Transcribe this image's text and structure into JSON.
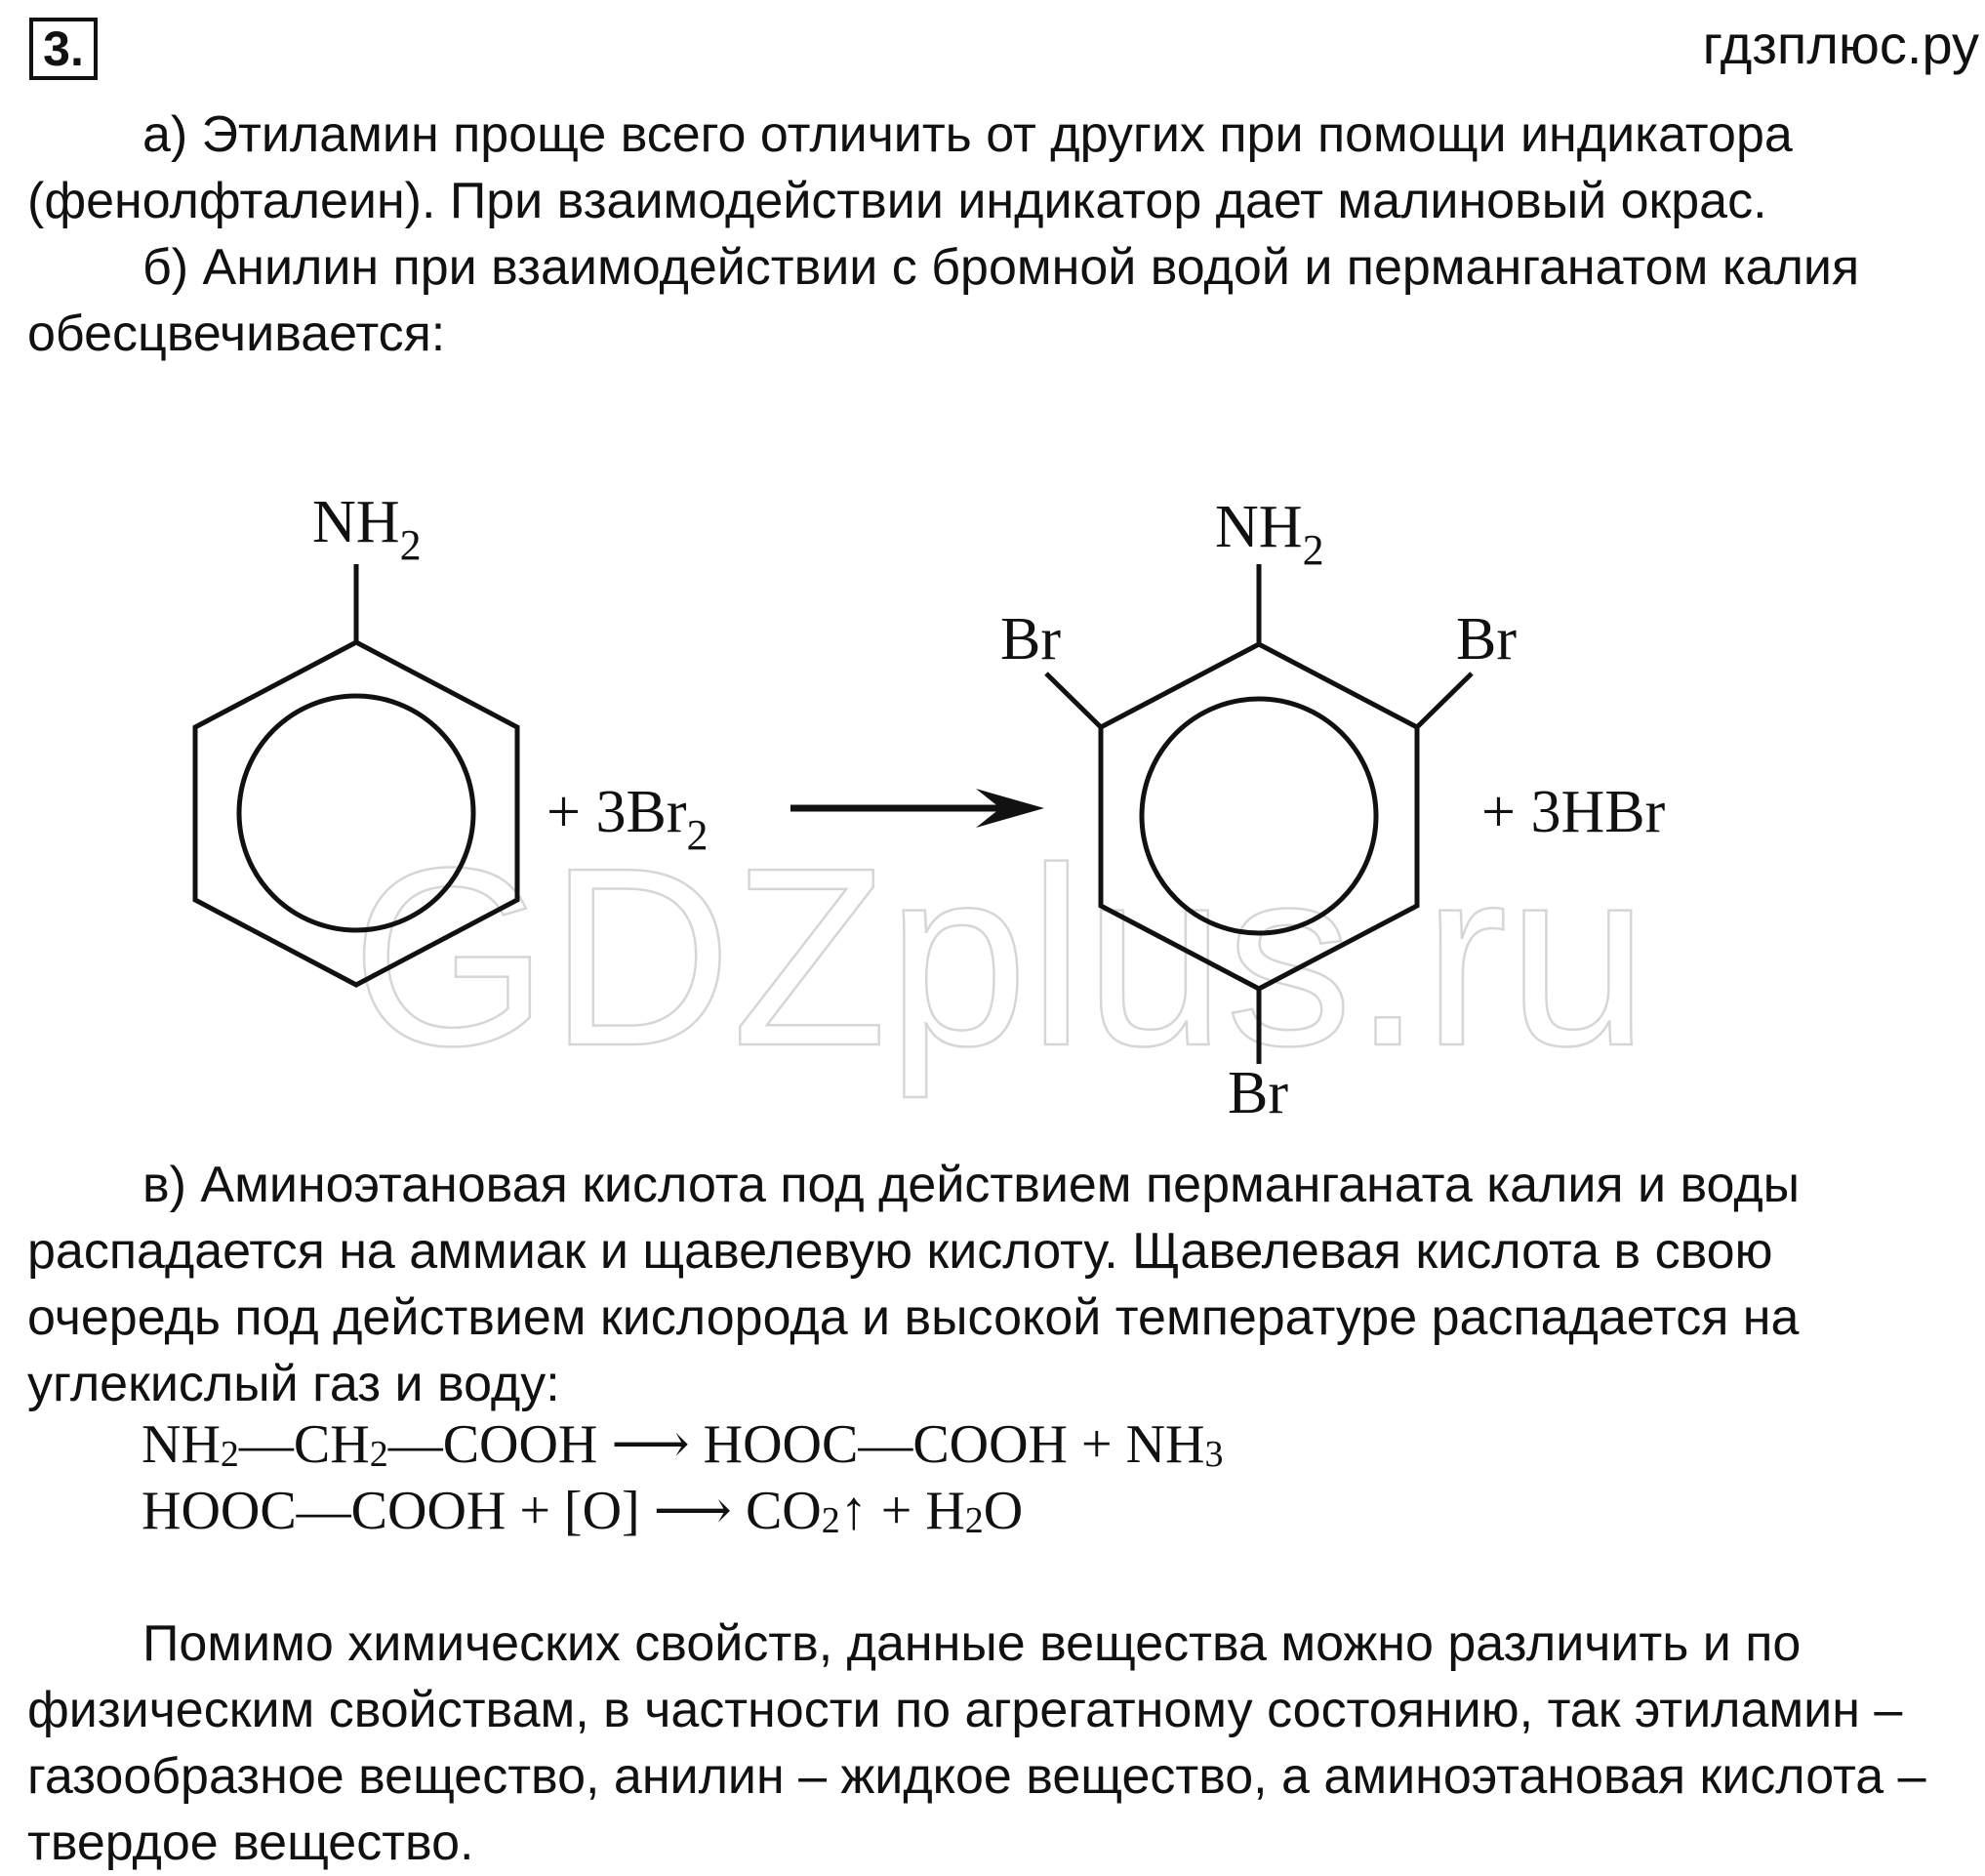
{
  "header": {
    "task_number": "3.",
    "site": "гдзплюс.ру"
  },
  "paragraphs": {
    "a": "а) Этиламин проще всего отличить от других при помощи индикатора (фенолфталеин). При взаимодействии индикатор дает малиновый окрас.",
    "b": "б) Анилин при взаимодействии с бромной водой и перманганатом калия обесцвечивается:",
    "v": "в) Аминоэтановая кислота под действием перманганата калия и воды распадается на аммиак и щавелевую кислоту. Щавелевая кислота в свою очередь под действием кислорода и высокой температуре распадается на углекислый газ и воду:",
    "final": "Помимо химических свойств, данные вещества можно различить и по физическим свойствам, в частности по агрегатному состоянию, так этиламин – газообразное вещество, анилин – жидкое вещество, а аминоэтановая кислота – твердое вещество."
  },
  "reaction": {
    "reactant_group": "NH",
    "reactant_group_sub": "2",
    "reagent": "+ 3Br",
    "reagent_sub": "2",
    "product_group": "NH",
    "product_group_sub": "2",
    "br_left": "Br",
    "br_right": "Br",
    "br_bottom": "Br",
    "byproduct": "+ 3HBr"
  },
  "equations": {
    "eq1": {
      "p1": "NH",
      "s1": "2",
      "p2": "—CH",
      "s2": "2",
      "p3": "—COOH ⟶ HOOC—COOH + NH",
      "s3": "3"
    },
    "eq2": {
      "p1": "HOOC—COOH + [O] ⟶ CO",
      "s1": "2",
      "p2": "↑ + H",
      "s2": "2",
      "p3": "O"
    }
  },
  "watermark": "GDZplus.ru"
}
